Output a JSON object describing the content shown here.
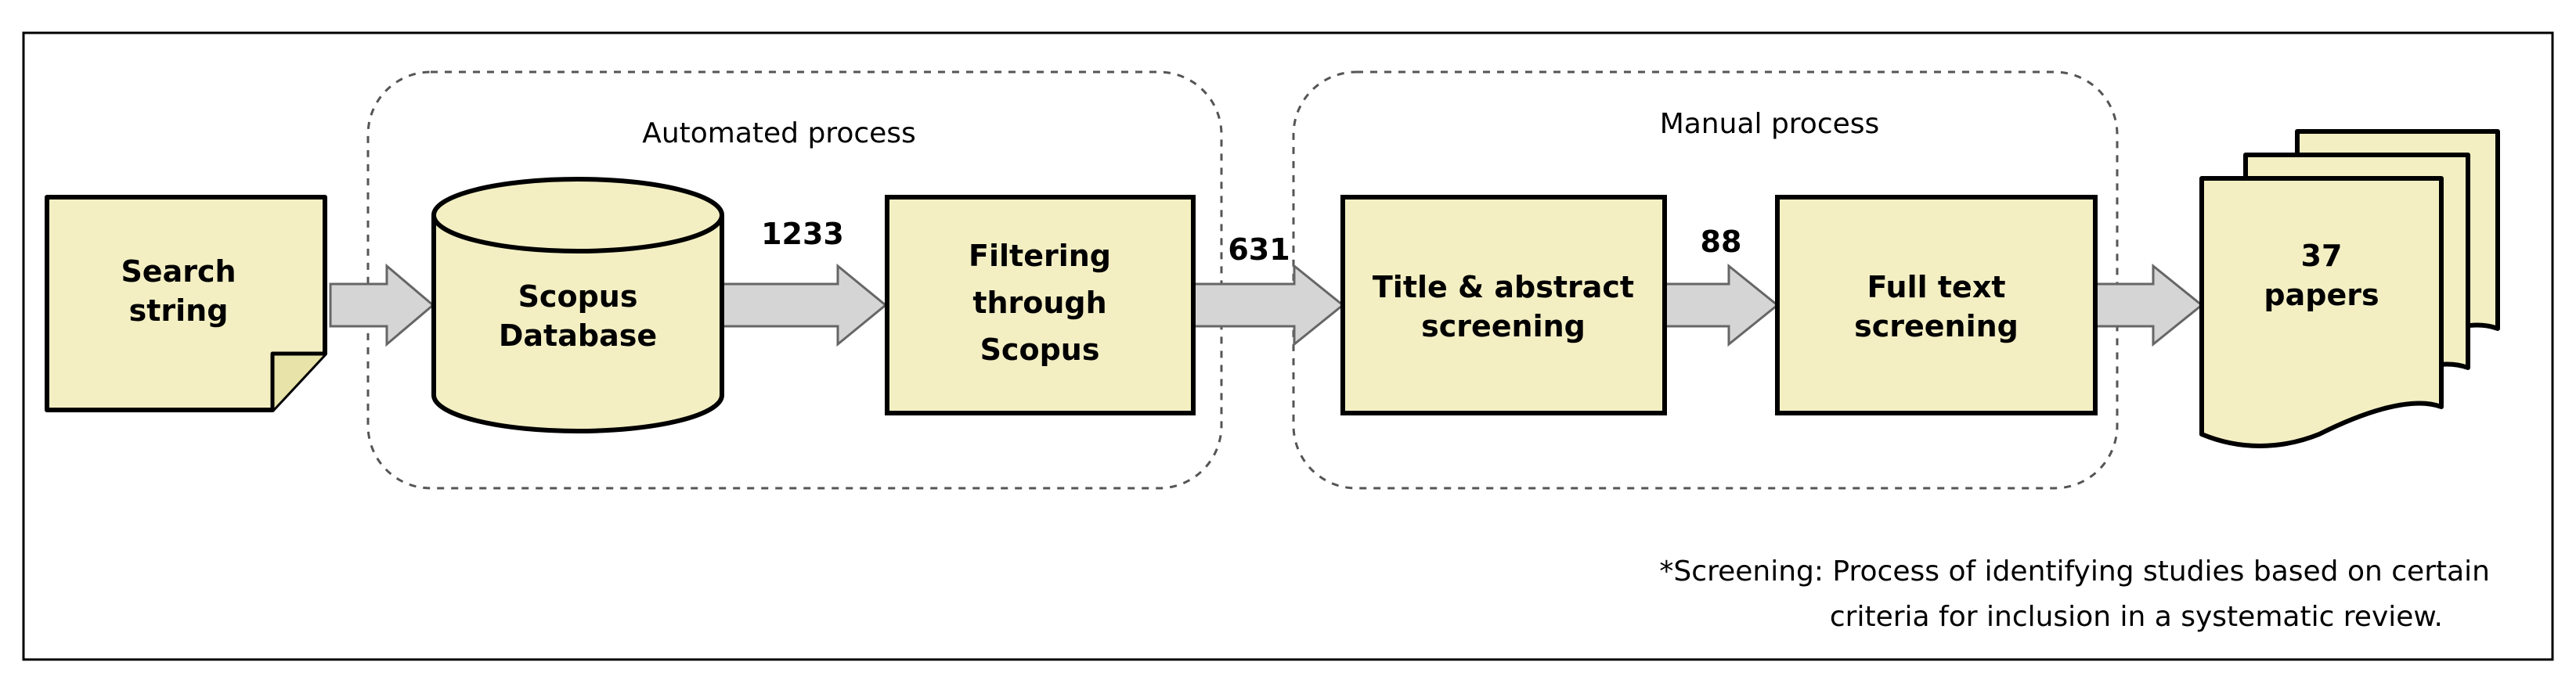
{
  "colors": {
    "node_fill": "#f3efc3",
    "stroke": "#000000",
    "arrow_fill": "#d5d5d5",
    "arrow_stroke": "#666666",
    "group_border": "#555555"
  },
  "groups": {
    "automated": "Automated process",
    "manual": "Manual process"
  },
  "nodes": {
    "search_line1": "Search",
    "search_line2": "string",
    "scopus_line1": "Scopus",
    "scopus_line2": "Database",
    "filter_line1": "Filtering",
    "filter_line2": "through",
    "filter_line3": "Scopus",
    "title_line1": "Title & abstract",
    "title_line2": "screening",
    "full_line1": "Full text",
    "full_line2": "screening",
    "papers_line1": "37",
    "papers_line2": "papers"
  },
  "counts": {
    "scopus_to_filter": "1233",
    "filter_to_title": "631",
    "title_to_full": "88"
  },
  "note": {
    "line1": "*Screening: Process of identifying studies based on certain",
    "line2": "criteria for inclusion in a systematic review."
  }
}
